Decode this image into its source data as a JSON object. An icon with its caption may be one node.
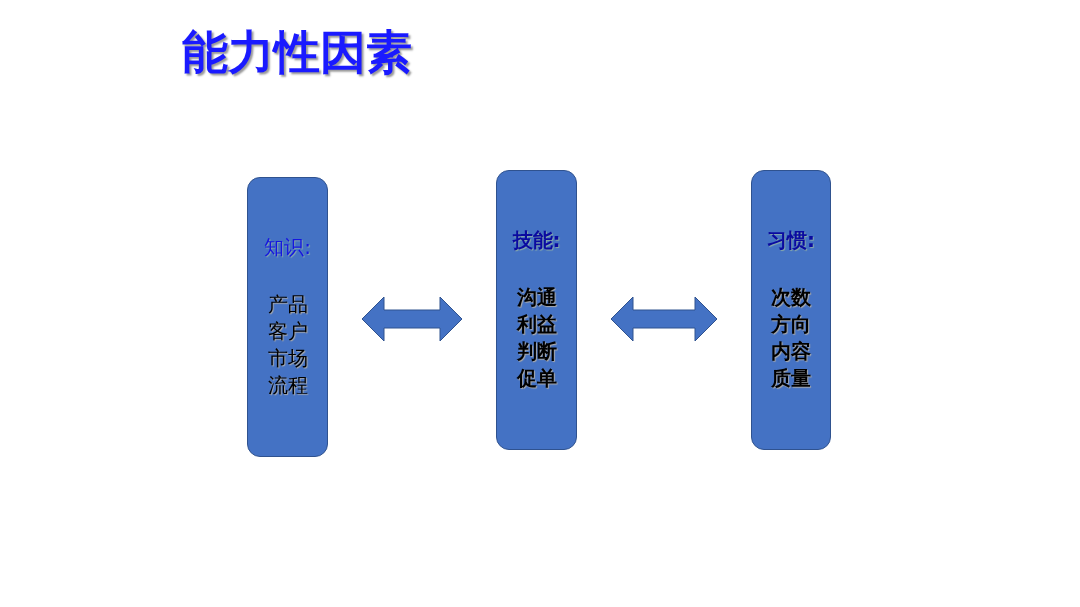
{
  "diagram": {
    "title": "能力性因素",
    "nodes": [
      {
        "text": [
          "知识:",
          "产品",
          "客户",
          "市场",
          "流程"
        ]
      },
      {
        "text": [
          "技能:",
          "沟通",
          "利益",
          "判断",
          "促单"
        ]
      },
      {
        "text": [
          "习惯:",
          "次数",
          "方向",
          "内容",
          "质量"
        ]
      }
    ],
    "edges": [
      {
        "from": 0,
        "to": 1,
        "arrow": "both",
        "style": "thick"
      },
      {
        "from": 1,
        "to": 2,
        "arrow": "both",
        "style": "thick"
      }
    ]
  }
}
